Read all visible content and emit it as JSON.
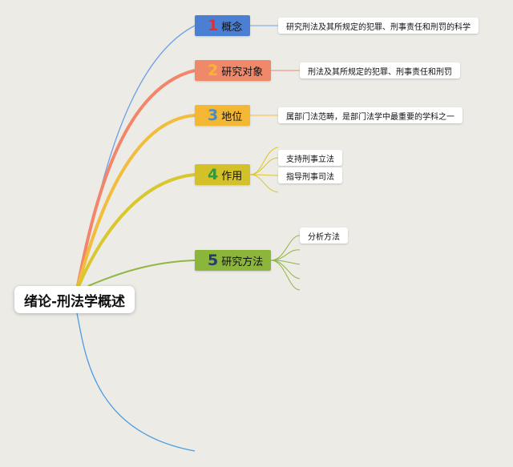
{
  "root": {
    "label": "绪论-刑法学概述"
  },
  "branches": [
    {
      "num": "1",
      "label": "概念",
      "color": "#4a7fd4",
      "num_color": "#e03030",
      "line_color": "#6f9fe6"
    },
    {
      "num": "2",
      "label": "研究对象",
      "color": "#f0886a",
      "num_color": "#f5b730",
      "line_color": "#f2866a"
    },
    {
      "num": "3",
      "label": "地位",
      "color": "#f3b733",
      "num_color": "#3a8fd8",
      "line_color": "#f2bc3c"
    },
    {
      "num": "4",
      "label": "作用",
      "color": "#d4c12a",
      "num_color": "#2e9a3c",
      "line_color": "#d8c72d"
    },
    {
      "num": "5",
      "label": "研究方法",
      "color": "#8bb53b",
      "num_color": "#243d70",
      "line_color": "#8fb744"
    }
  ],
  "leaves": {
    "b1": [
      "研究刑法及其所规定的犯罪、刑事责任和刑罚的科学"
    ],
    "b2": [
      "刑法及其所规定的犯罪、刑事责任和刑罚"
    ],
    "b3": [
      "属部门法范畴，是部门法学中最重要的学科之一"
    ],
    "b4": [
      "支持刑事立法",
      "指导刑事司法"
    ],
    "b5": [
      "分析方法"
    ]
  },
  "extra_line_color": "#4d9de0"
}
